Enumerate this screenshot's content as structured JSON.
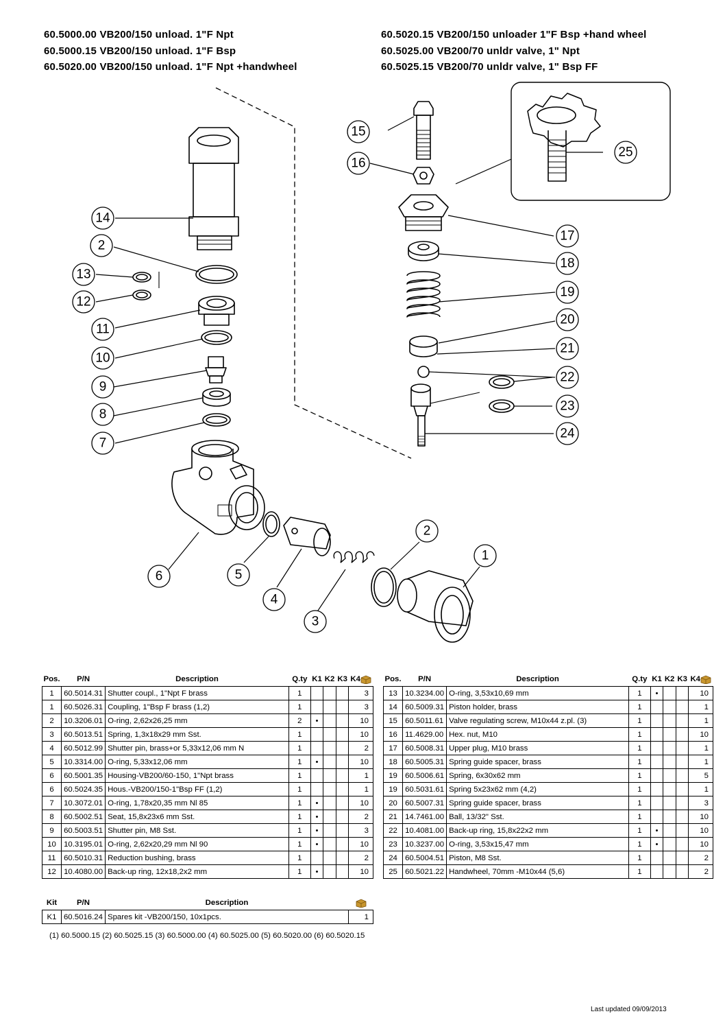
{
  "titles": {
    "left": [
      "60.5000.00 VB200/150 unload. 1\"F Npt",
      "60.5000.15 VB200/150 unload. 1\"F Bsp",
      "60.5020.00 VB200/150 unload. 1\"F Npt +handwheel"
    ],
    "right": [
      "60.5020.15 VB200/150 unloader 1\"F Bsp +hand wheel",
      "60.5025.00 VB200/70 unldr valve, 1\" Npt",
      "60.5025.15 VB200/70 unldr valve, 1\" Bsp FF"
    ]
  },
  "callouts": [
    "1",
    "2",
    "2",
    "3",
    "4",
    "5",
    "6",
    "7",
    "8",
    "9",
    "10",
    "11",
    "12",
    "13",
    "14",
    "15",
    "16",
    "17",
    "18",
    "19",
    "20",
    "21",
    "22",
    "23",
    "24",
    "25"
  ],
  "table_headers": {
    "pos": "Pos.",
    "pn": "P/N",
    "desc": "Description",
    "qty": "Q.ty",
    "k1": "K1",
    "k2": "K2",
    "k3": "K3",
    "k4": "K4"
  },
  "parts_left": [
    {
      "pos": "1",
      "pn": "60.5014.31",
      "desc": "Shutter coupl., 1\"Npt F brass",
      "qty": "1",
      "k1": "",
      "box": "3"
    },
    {
      "pos": "1",
      "pn": "60.5026.31",
      "desc": "Coupling, 1\"Bsp F brass (1,2)",
      "qty": "1",
      "k1": "",
      "box": "3"
    },
    {
      "pos": "2",
      "pn": "10.3206.01",
      "desc": "O-ring, 2,62x26,25 mm",
      "qty": "2",
      "k1": "•",
      "box": "10"
    },
    {
      "pos": "3",
      "pn": "60.5013.51",
      "desc": "Spring, 1,3x18x29 mm Sst.",
      "qty": "1",
      "k1": "",
      "box": "10"
    },
    {
      "pos": "4",
      "pn": "60.5012.99",
      "desc": "Shutter pin, brass+or 5,33x12,06 mm N",
      "qty": "1",
      "k1": "",
      "box": "2"
    },
    {
      "pos": "5",
      "pn": "10.3314.00",
      "desc": "O-ring, 5,33x12,06 mm",
      "qty": "1",
      "k1": "•",
      "box": "10"
    },
    {
      "pos": "6",
      "pn": "60.5001.35",
      "desc": "Housing-VB200/60-150, 1\"Npt brass",
      "qty": "1",
      "k1": "",
      "box": "1"
    },
    {
      "pos": "6",
      "pn": "60.5024.35",
      "desc": "Hous.-VB200/150-1\"Bsp FF (1,2)",
      "qty": "1",
      "k1": "",
      "box": "1"
    },
    {
      "pos": "7",
      "pn": "10.3072.01",
      "desc": "O-ring, 1,78x20,35 mm Nl 85",
      "qty": "1",
      "k1": "•",
      "box": "10"
    },
    {
      "pos": "8",
      "pn": "60.5002.51",
      "desc": "Seat, 15,8x23x6 mm Sst.",
      "qty": "1",
      "k1": "•",
      "box": "2"
    },
    {
      "pos": "9",
      "pn": "60.5003.51",
      "desc": "Shutter pin, M8 Sst.",
      "qty": "1",
      "k1": "•",
      "box": "3"
    },
    {
      "pos": "10",
      "pn": "10.3195.01",
      "desc": "O-ring, 2,62x20,29 mm Nl 90",
      "qty": "1",
      "k1": "•",
      "box": "10"
    },
    {
      "pos": "11",
      "pn": "60.5010.31",
      "desc": "Reduction bushing, brass",
      "qty": "1",
      "k1": "",
      "box": "2"
    },
    {
      "pos": "12",
      "pn": "10.4080.00",
      "desc": "Back-up ring, 12x18,2x2 mm",
      "qty": "1",
      "k1": "•",
      "box": "10"
    }
  ],
  "parts_right": [
    {
      "pos": "13",
      "pn": "10.3234.00",
      "desc": "O-ring, 3,53x10,69 mm",
      "qty": "1",
      "k1": "•",
      "box": "10"
    },
    {
      "pos": "14",
      "pn": "60.5009.31",
      "desc": "Piston holder, brass",
      "qty": "1",
      "k1": "",
      "box": "1"
    },
    {
      "pos": "15",
      "pn": "60.5011.61",
      "desc": "Valve regulating screw, M10x44 z.pl. (3)",
      "qty": "1",
      "k1": "",
      "box": "1"
    },
    {
      "pos": "16",
      "pn": "11.4629.00",
      "desc": "Hex. nut, M10",
      "qty": "1",
      "k1": "",
      "box": "10"
    },
    {
      "pos": "17",
      "pn": "60.5008.31",
      "desc": "Upper plug, M10 brass",
      "qty": "1",
      "k1": "",
      "box": "1"
    },
    {
      "pos": "18",
      "pn": "60.5005.31",
      "desc": "Spring guide spacer, brass",
      "qty": "1",
      "k1": "",
      "box": "1"
    },
    {
      "pos": "19",
      "pn": "60.5006.61",
      "desc": "Spring, 6x30x62 mm",
      "qty": "1",
      "k1": "",
      "box": "5"
    },
    {
      "pos": "19",
      "pn": "60.5031.61",
      "desc": "Spring 5x23x62 mm (4,2)",
      "qty": "1",
      "k1": "",
      "box": "1"
    },
    {
      "pos": "20",
      "pn": "60.5007.31",
      "desc": "Spring guide spacer, brass",
      "qty": "1",
      "k1": "",
      "box": "3"
    },
    {
      "pos": "21",
      "pn": "14.7461.00",
      "desc": "Ball, 13/32\" Sst.",
      "qty": "1",
      "k1": "",
      "box": "10"
    },
    {
      "pos": "22",
      "pn": "10.4081.00",
      "desc": "Back-up ring, 15,8x22x2 mm",
      "qty": "1",
      "k1": "•",
      "box": "10"
    },
    {
      "pos": "23",
      "pn": "10.3237.00",
      "desc": "O-ring, 3,53x15,47 mm",
      "qty": "1",
      "k1": "•",
      "box": "10"
    },
    {
      "pos": "24",
      "pn": "60.5004.51",
      "desc": "Piston, M8 Sst.",
      "qty": "1",
      "k1": "",
      "box": "2"
    },
    {
      "pos": "25",
      "pn": "60.5021.22",
      "desc": "Handwheel, 70mm -M10x44 (5,6)",
      "qty": "1",
      "k1": "",
      "box": "2"
    }
  ],
  "kit_headers": {
    "kit": "Kit",
    "pn": "P/N",
    "desc": "Description"
  },
  "kits": [
    {
      "kit": "K1",
      "pn": "60.5016.24",
      "desc": "Spares kit -VB200/150, 10x1pcs.",
      "box": "1"
    }
  ],
  "footnote": "(1) 60.5000.15  (2) 60.5025.15  (3) 60.5000.00  (4) 60.5025.00  (5) 60.5020.00  (6) 60.5020.15",
  "last_updated": "Last updated 09/09/2013",
  "icons": {
    "box": "cardboard-box-icon"
  }
}
